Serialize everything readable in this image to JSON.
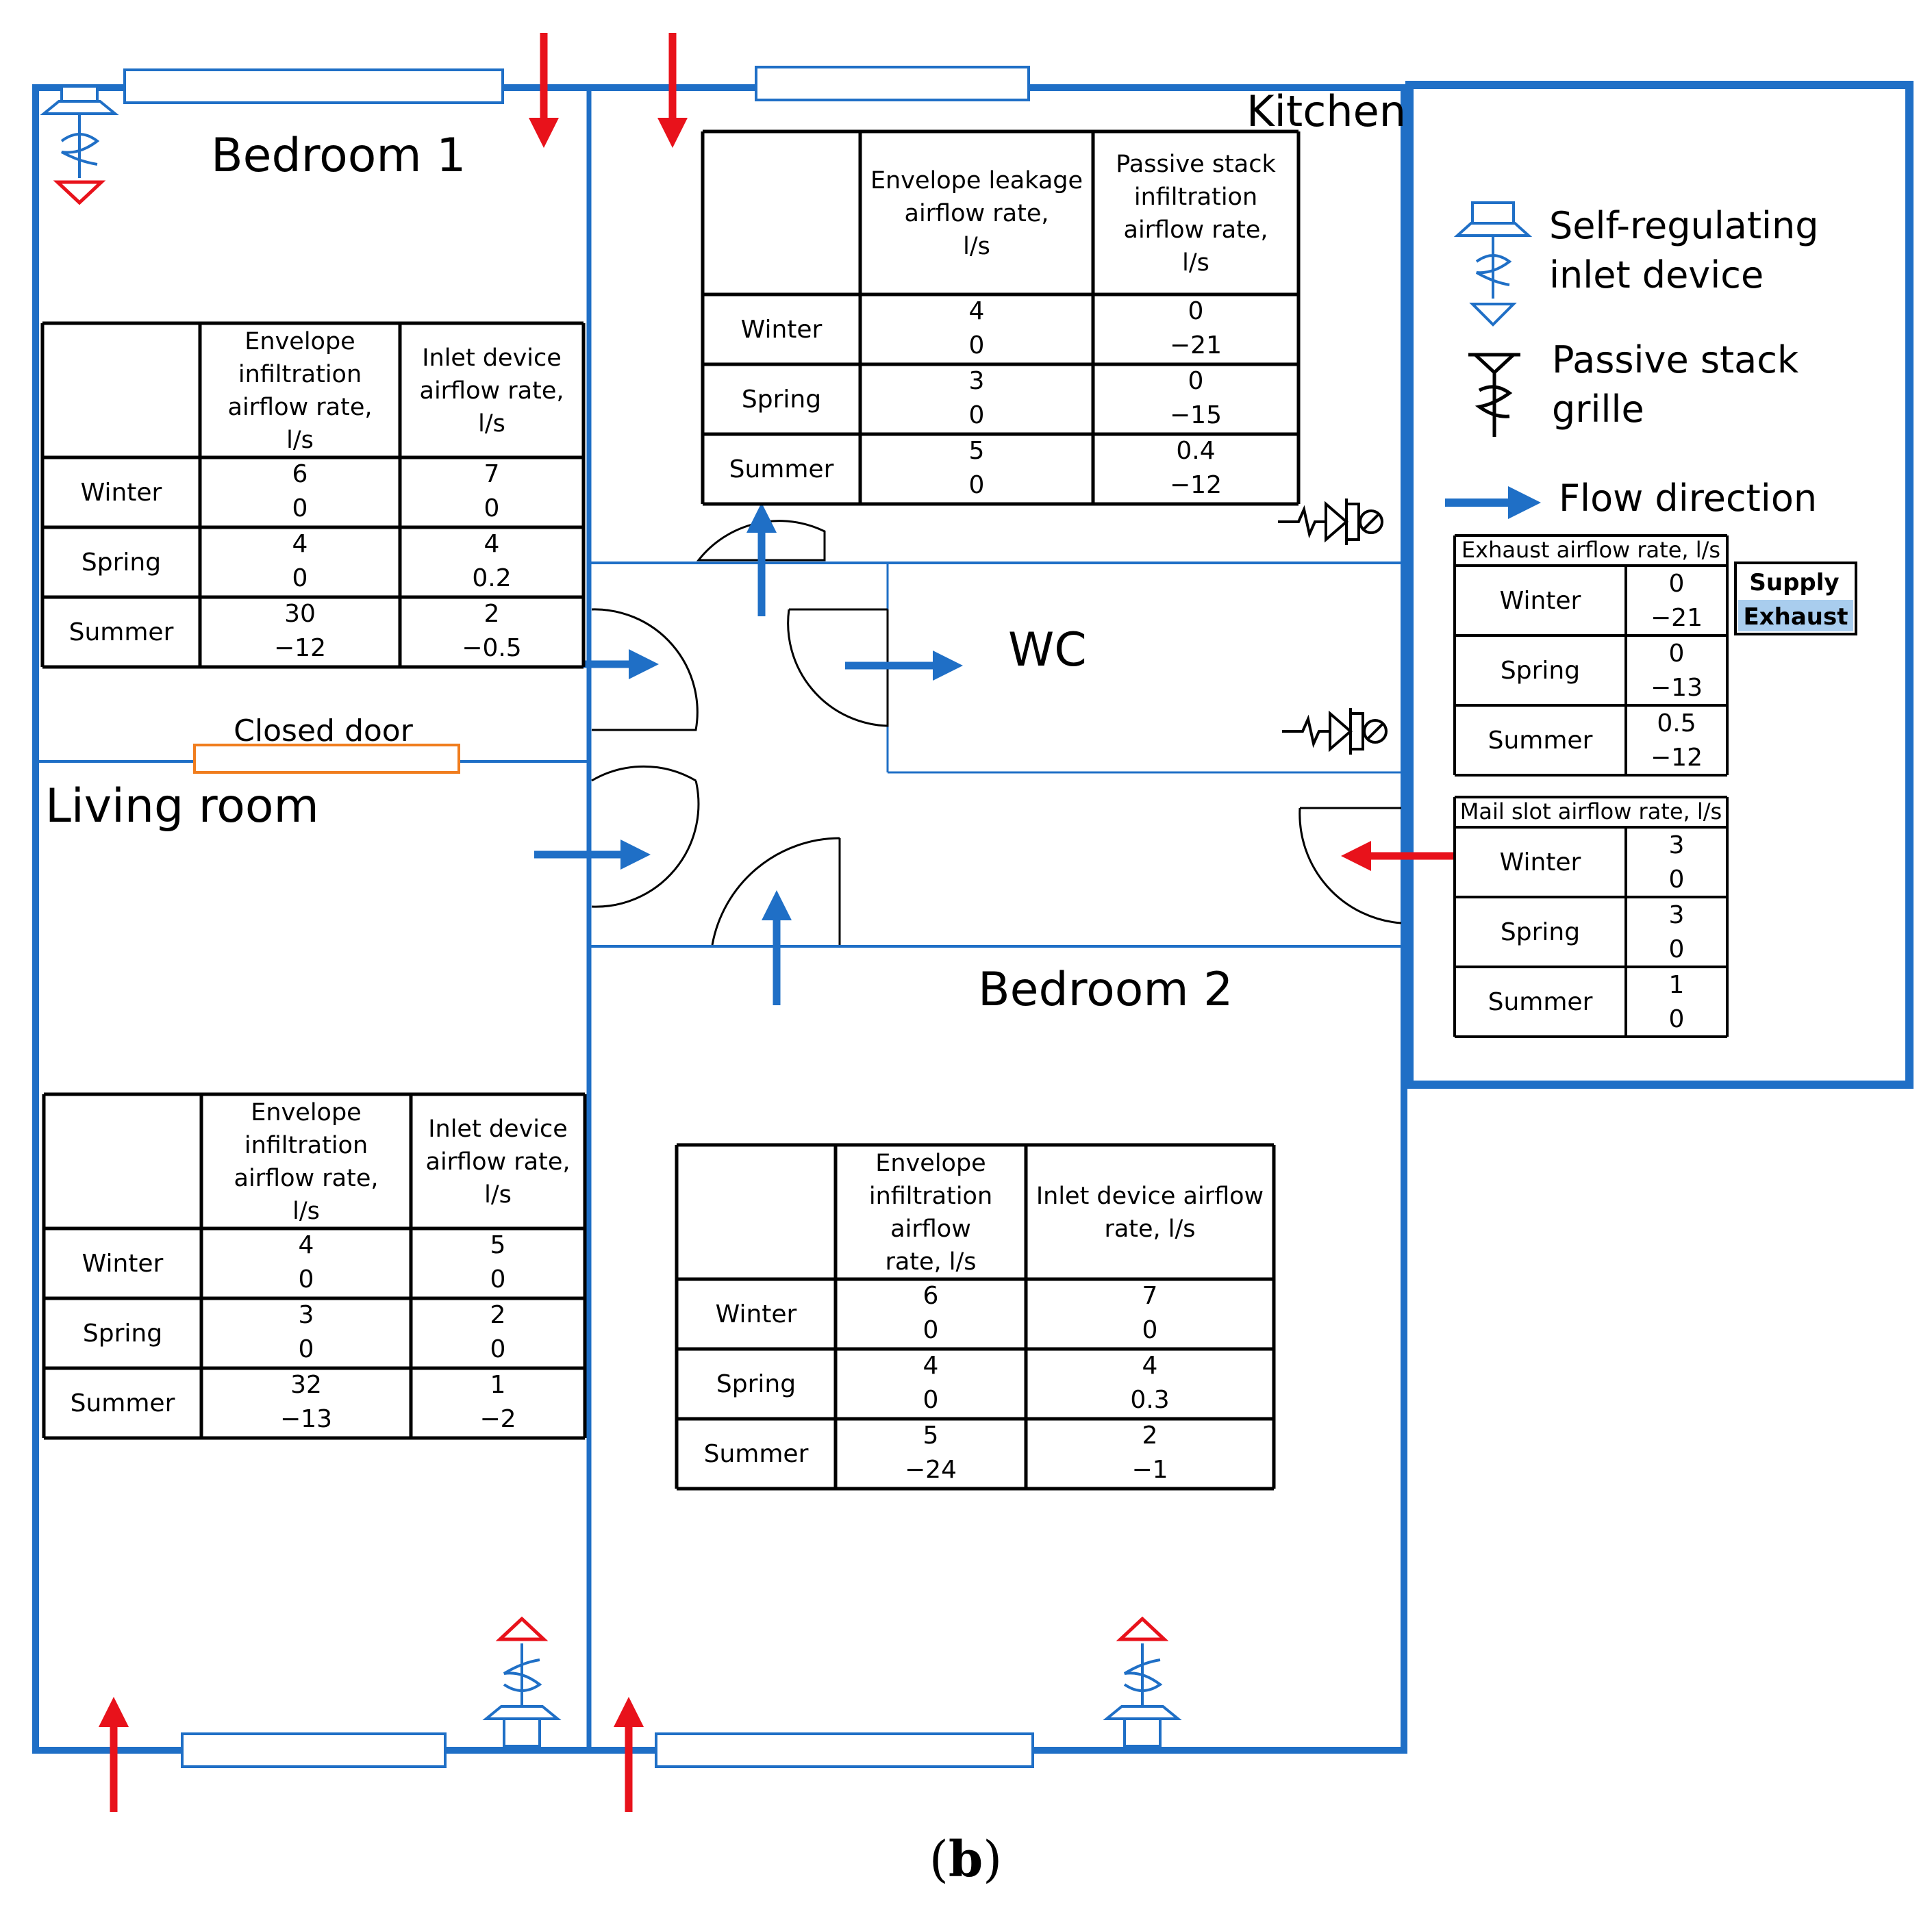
{
  "colors": {
    "wall": "#1f6fc6",
    "supply_arrow": "#e8121b",
    "flow_arrow": "#1f6fc6",
    "closed_door": "#f07d1e",
    "exhaust_key_fill": "#a9cdee"
  },
  "rooms": {
    "bedroom1": "Bedroom 1",
    "kitchen": "Kitchen",
    "wc": "WC",
    "living_room": "Living room",
    "bedroom2": "Bedroom 2",
    "closed_door": "Closed door"
  },
  "legend": {
    "inlet_device_line1": "Self-regulating",
    "inlet_device_line2": "inlet device",
    "inlet_device_icon": "self-regulating-inlet-icon",
    "stack_grille_line1": "Passive stack",
    "stack_grille_line2": "grille",
    "stack_grille_icon": "passive-stack-grille-icon",
    "flow_direction": "Flow direction",
    "flow_direction_icon": "arrow-right-icon"
  },
  "key": {
    "supply": "Supply",
    "exhaust": "Exhaust"
  },
  "tables": {
    "bedroom1": {
      "headers": [
        "",
        "Envelope infiltration airflow rate, l/s",
        "Inlet device airflow rate, l/s"
      ],
      "rows": [
        {
          "season": "Winter",
          "c1": [
            "6",
            "0"
          ],
          "c2": [
            "7",
            "0"
          ]
        },
        {
          "season": "Spring",
          "c1": [
            "4",
            "0"
          ],
          "c2": [
            "4",
            "0.2"
          ]
        },
        {
          "season": "Summer",
          "c1": [
            "30",
            "−12"
          ],
          "c2": [
            "2",
            "−0.5"
          ]
        }
      ]
    },
    "kitchen": {
      "headers": [
        "",
        "Envelope leakage airflow rate, l/s",
        "Passive stack infiltration airflow rate, l/s"
      ],
      "rows": [
        {
          "season": "Winter",
          "c1": [
            "4",
            "0"
          ],
          "c2": [
            "0",
            "−21"
          ]
        },
        {
          "season": "Spring",
          "c1": [
            "3",
            "0"
          ],
          "c2": [
            "0",
            "−15"
          ]
        },
        {
          "season": "Summer",
          "c1": [
            "5",
            "0"
          ],
          "c2": [
            "0.4",
            "−12"
          ]
        }
      ]
    },
    "living_room": {
      "headers": [
        "",
        "Envelope infiltration airflow rate, l/s",
        "Inlet device airflow rate, l/s"
      ],
      "rows": [
        {
          "season": "Winter",
          "c1": [
            "4",
            "0"
          ],
          "c2": [
            "5",
            "0"
          ]
        },
        {
          "season": "Spring",
          "c1": [
            "3",
            "0"
          ],
          "c2": [
            "2",
            "0"
          ]
        },
        {
          "season": "Summer",
          "c1": [
            "32",
            "−13"
          ],
          "c2": [
            "1",
            "−2"
          ]
        }
      ]
    },
    "bedroom2": {
      "headers": [
        "",
        "Envelope infiltration airflow rate, l/s",
        "Inlet device airflow rate, l/s"
      ],
      "rows": [
        {
          "season": "Winter",
          "c1": [
            "6",
            "0"
          ],
          "c2": [
            "7",
            "0"
          ]
        },
        {
          "season": "Spring",
          "c1": [
            "4",
            "0"
          ],
          "c2": [
            "4",
            "0.3"
          ]
        },
        {
          "season": "Summer",
          "c1": [
            "5",
            "−24"
          ],
          "c2": [
            "2",
            "−1"
          ]
        }
      ]
    },
    "exhaust": {
      "title": "Exhaust airflow rate, l/s",
      "rows": [
        {
          "season": "Winter",
          "c1": [
            "0",
            "−21"
          ]
        },
        {
          "season": "Spring",
          "c1": [
            "0",
            "−13"
          ]
        },
        {
          "season": "Summer",
          "c1": [
            "0.5",
            "−12"
          ]
        }
      ]
    },
    "mail_slot": {
      "title": "Mail slot airflow rate, l/s",
      "rows": [
        {
          "season": "Winter",
          "c1": [
            "3",
            "0"
          ]
        },
        {
          "season": "Spring",
          "c1": [
            "3",
            "0"
          ]
        },
        {
          "season": "Summer",
          "c1": [
            "1",
            "0"
          ]
        }
      ]
    }
  },
  "caption": {
    "open": "(",
    "letter": "b",
    "close": ")"
  }
}
